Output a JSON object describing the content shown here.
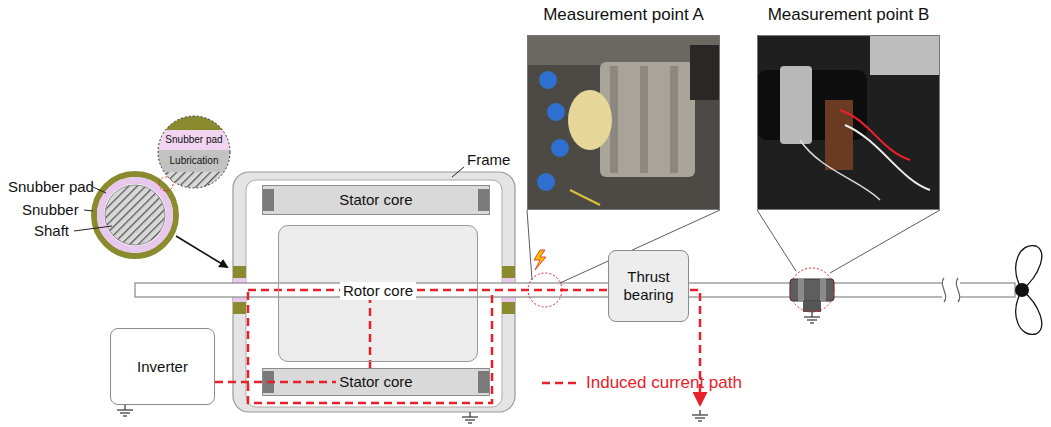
{
  "diagram": {
    "nodes": [
      {
        "text": [
          "Measurement point A"
        ]
      },
      {
        "text": [
          "Measurement point B"
        ]
      },
      {
        "text": [
          "Stator core"
        ]
      },
      {
        "text": [
          "Rotor core"
        ]
      },
      {
        "text": [
          "Thrust bearing"
        ]
      },
      {
        "text": [
          "Inverter"
        ]
      },
      {
        "text": [
          "Stator core"
        ]
      }
    ],
    "labels": [
      "Snubber pad",
      "Snubber",
      "Shaft",
      "Snubber pad",
      "Lubrication",
      "Frame"
    ],
    "legend": [
      {
        "text": "Induced current path"
      }
    ]
  }
}
